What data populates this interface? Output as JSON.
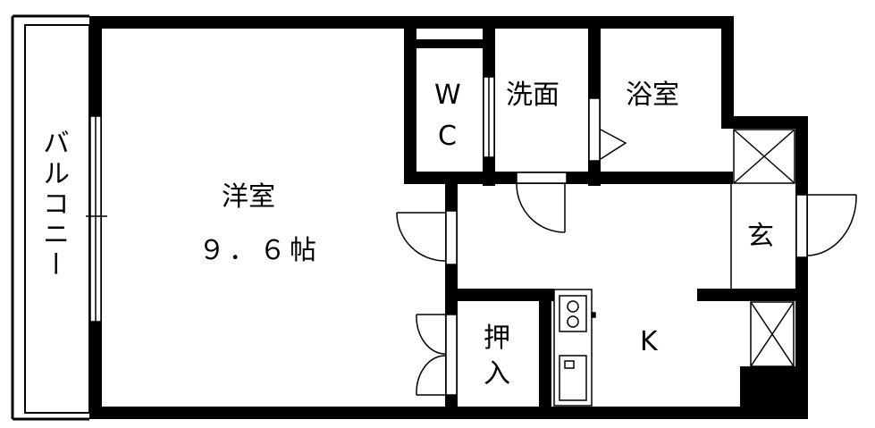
{
  "floor_plan": {
    "rooms": {
      "balcony": "バルコニー",
      "western_room": "洋室",
      "western_room_size": "９．６帖",
      "wc_top": "W",
      "wc_bottom": "C",
      "washroom": "洗面",
      "bathroom": "浴室",
      "entrance": "玄",
      "closet_top": "押",
      "closet_bottom": "入",
      "kitchen": "K"
    },
    "colors": {
      "wall": "#000000",
      "background": "#ffffff"
    }
  }
}
